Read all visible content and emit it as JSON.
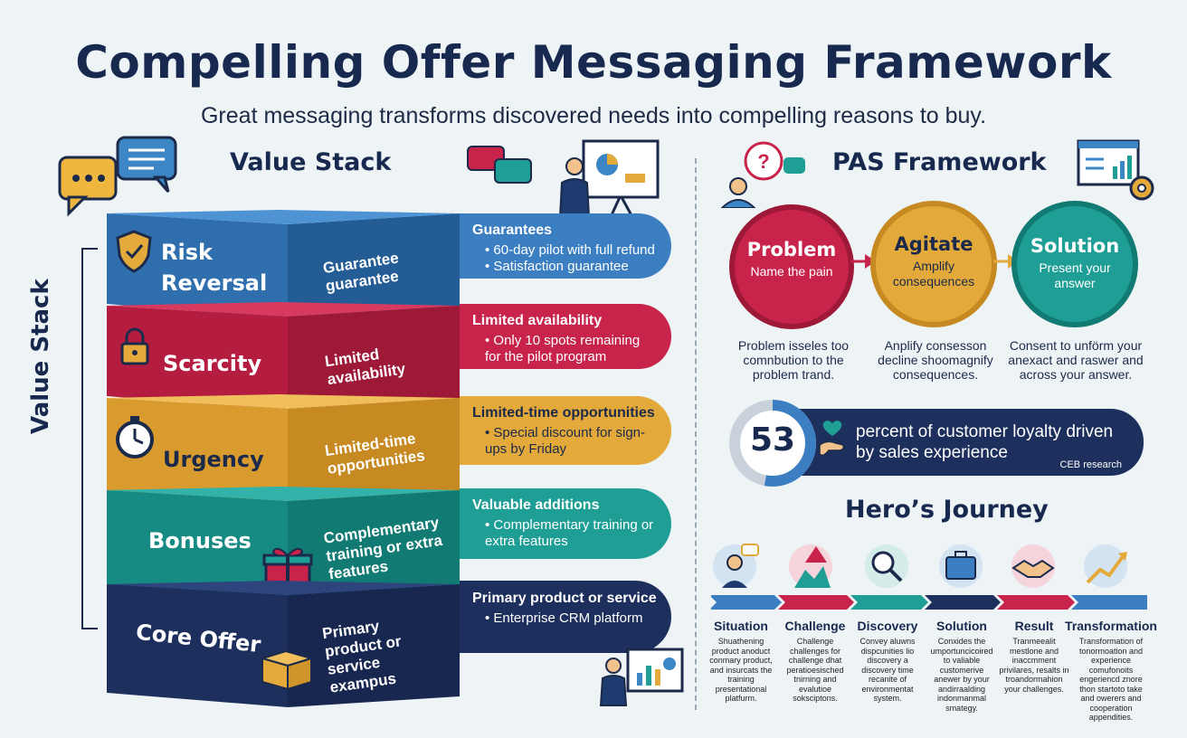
{
  "title": "Compelling Offer Messaging Framework",
  "subtitle": "Great messaging transforms discovered needs into compelling reasons to buy.",
  "value_stack": {
    "heading": "Value Stack",
    "side_label": "Value Stack",
    "layers": [
      {
        "front": "Risk Reversal",
        "mid": "Guarantee guarantee",
        "pill_title": "Guarantees",
        "bullets": [
          "60-day pilot with full refund",
          "Satisfaction guarantee"
        ]
      },
      {
        "front": "Scarcity",
        "mid": "Limited availability",
        "pill_title": "Limited availability",
        "bullets": [
          "Only 10 spots remaining for the pilot program"
        ]
      },
      {
        "front": "Urgency",
        "mid": "Limited-time opportunities",
        "pill_title": "Limited-time opportunities",
        "bullets": [
          "Special discount for sign-ups by Friday"
        ]
      },
      {
        "front": "Bonuses",
        "mid": "Complementary training or extra features",
        "pill_title": "Valuable additions",
        "bullets": [
          "Complementary training or extra features"
        ]
      },
      {
        "front": "Core Offer",
        "mid": "Primary product or service exampus",
        "pill_title": "Primary product or service",
        "bullets": [
          "Enterprise CRM platform"
        ]
      }
    ]
  },
  "pas": {
    "heading": "PAS Framework",
    "steps": [
      {
        "title": "Problem",
        "sub": "Name the pain",
        "desc": "Problem isseles too comnbution to the problem trand."
      },
      {
        "title": "Agitate",
        "sub": "Amplify consequences",
        "desc": "Anplify consesson decline shoomagnify consequences."
      },
      {
        "title": "Solution",
        "sub": "Present your answer",
        "desc": "Consent to unförm your anexact and raswer and across your answer."
      }
    ]
  },
  "stat": {
    "value": "53",
    "text": "percent of customer loyalty driven by sales experience",
    "source": "CEB research",
    "gauge_fraction": 0.53
  },
  "hero": {
    "heading": "Hero’s Journey",
    "stages": [
      {
        "label": "Situation",
        "text": "Shuathening product anoduct conmary product, and insurcats the training presentational platfurm."
      },
      {
        "label": "Challenge",
        "text": "Challenge challenges for challenge dhat peratioesisched tnirning and evalutioe soksciptons."
      },
      {
        "label": "Discovery",
        "text": "Convey aluwns dispcunities lio discovery a discovery time recanite of environmentat system."
      },
      {
        "label": "Solution",
        "text": "Conxides the umportuncicoired to valiable customerive anewer by your andirraalding indonmanmal smategy."
      },
      {
        "label": "Result",
        "text": "Tranmeealit mestlone and inaccmment privilares, resalts in troandormahion your challenges."
      },
      {
        "label": "Transformation",
        "text": "Transformation of tonormoation and experience comufonoits engeriencd znore thon startoto take and owerers and cooperation appendities."
      }
    ]
  },
  "colors": {
    "blue": "#3b7fc2",
    "red": "#c8234a",
    "yellow": "#e3a93a",
    "teal": "#1f9e95",
    "navy": "#1d2f5c"
  }
}
